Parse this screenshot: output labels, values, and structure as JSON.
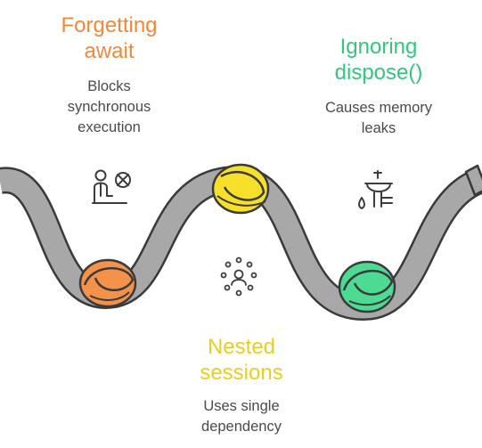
{
  "colors": {
    "hose": "#a8a8a8",
    "hose_outline": "#3a3a3a",
    "background": "#ffffff",
    "icon_stroke": "#3c3c3c"
  },
  "items": [
    {
      "title": "Forgetting await",
      "title_lines": [
        "Forgetting",
        "await"
      ],
      "description_lines": [
        "Blocks",
        "synchronous",
        "execution"
      ],
      "color": "#f0883a",
      "knot_color": "#f5924a",
      "icon": "blocked-person-icon"
    },
    {
      "title": "Ignoring dispose()",
      "title_lines": [
        "Ignoring",
        "dispose()"
      ],
      "description_lines": [
        "Causes memory",
        "leaks"
      ],
      "color": "#35c57e",
      "knot_color": "#4ddb93",
      "icon": "leaking-sink-icon"
    },
    {
      "title": "Nested sessions",
      "title_lines": [
        "Nested",
        "sessions"
      ],
      "description_lines": [
        "Uses single",
        "dependency"
      ],
      "color": "#e8cf1f",
      "knot_color": "#f6e02a",
      "icon": "person-circle-icon"
    }
  ]
}
